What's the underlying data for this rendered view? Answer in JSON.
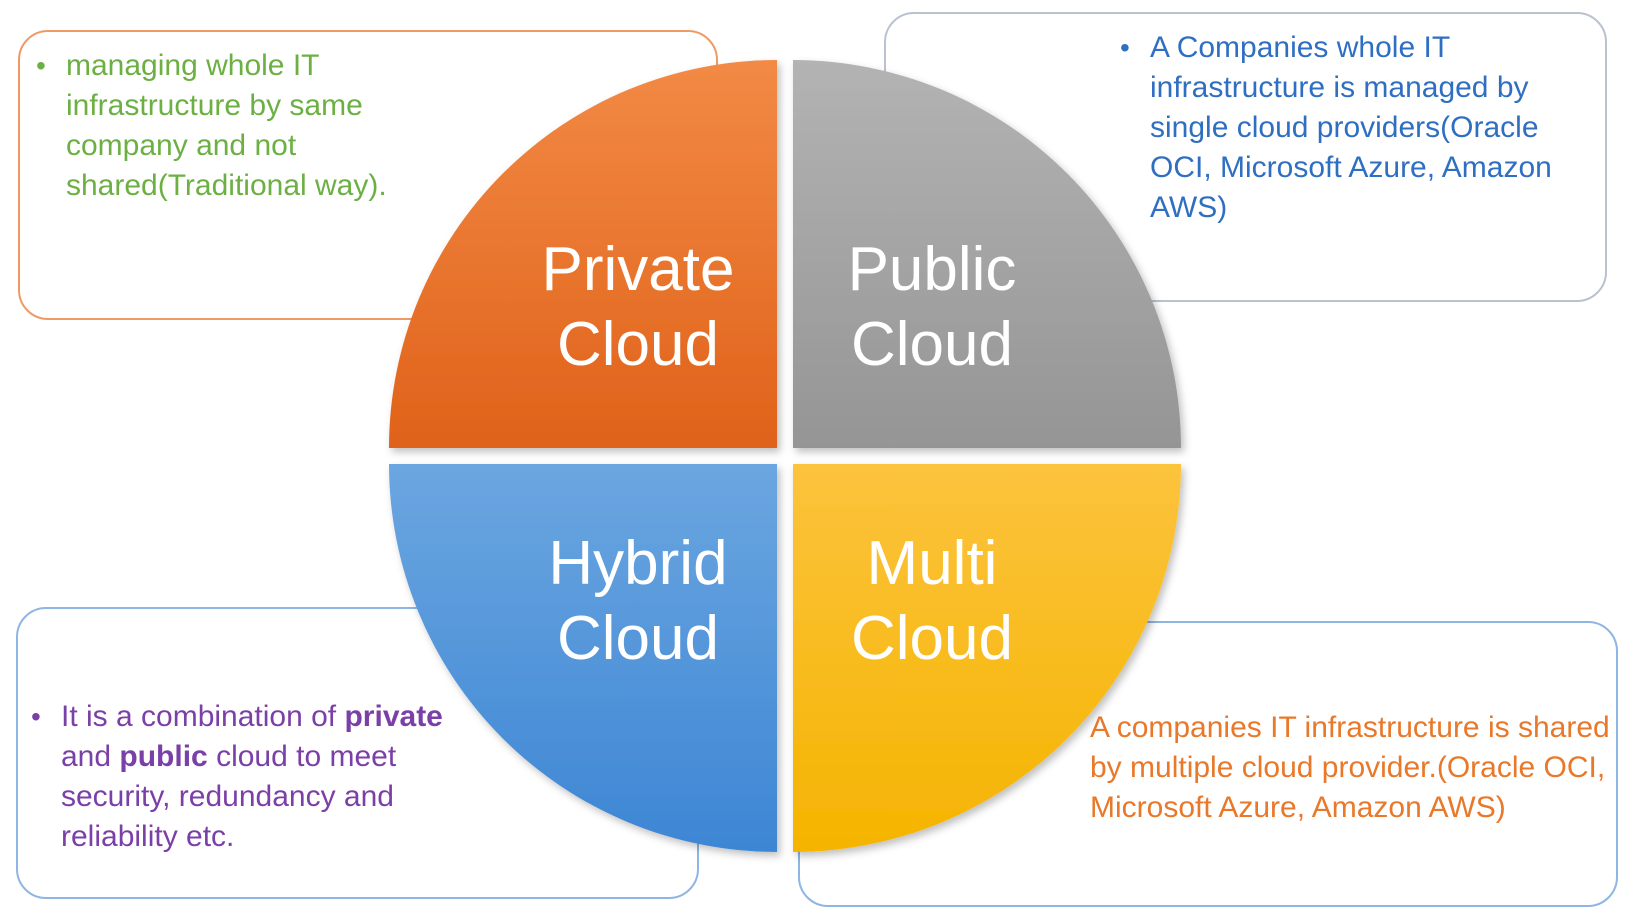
{
  "quadrants": {
    "private": {
      "line1": "Private",
      "line2": "Cloud",
      "color_light": "#f28a45",
      "color_dark": "#e0621a"
    },
    "public": {
      "line1": "Public",
      "line2": "Cloud",
      "color_light": "#b3b3b3",
      "color_dark": "#959595"
    },
    "hybrid": {
      "line1": "Hybrid",
      "line2": "Cloud",
      "color_light": "#6ba6e0",
      "color_dark": "#3d86d4"
    },
    "multi": {
      "line1": "Multi",
      "line2": "Cloud",
      "color_light": "#fcc33d",
      "color_dark": "#f5b400"
    }
  },
  "descriptions": {
    "private": "managing whole IT infrastructure by same company and not shared(Traditional way).",
    "public": "A Companies whole IT infrastructure is managed by single cloud providers(Oracle OCI, Microsoft Azure, Amazon AWS)",
    "hybrid": {
      "part1": "It is a combination of ",
      "bold1": "private",
      "part2": " and ",
      "bold2": "public",
      "part3": " cloud to meet security, redundancy and reliability etc."
    },
    "multi": "A companies IT infrastructure is shared by multiple cloud provider.(Oracle OCI, Microsoft Azure, Amazon AWS)"
  },
  "bullet": "•"
}
